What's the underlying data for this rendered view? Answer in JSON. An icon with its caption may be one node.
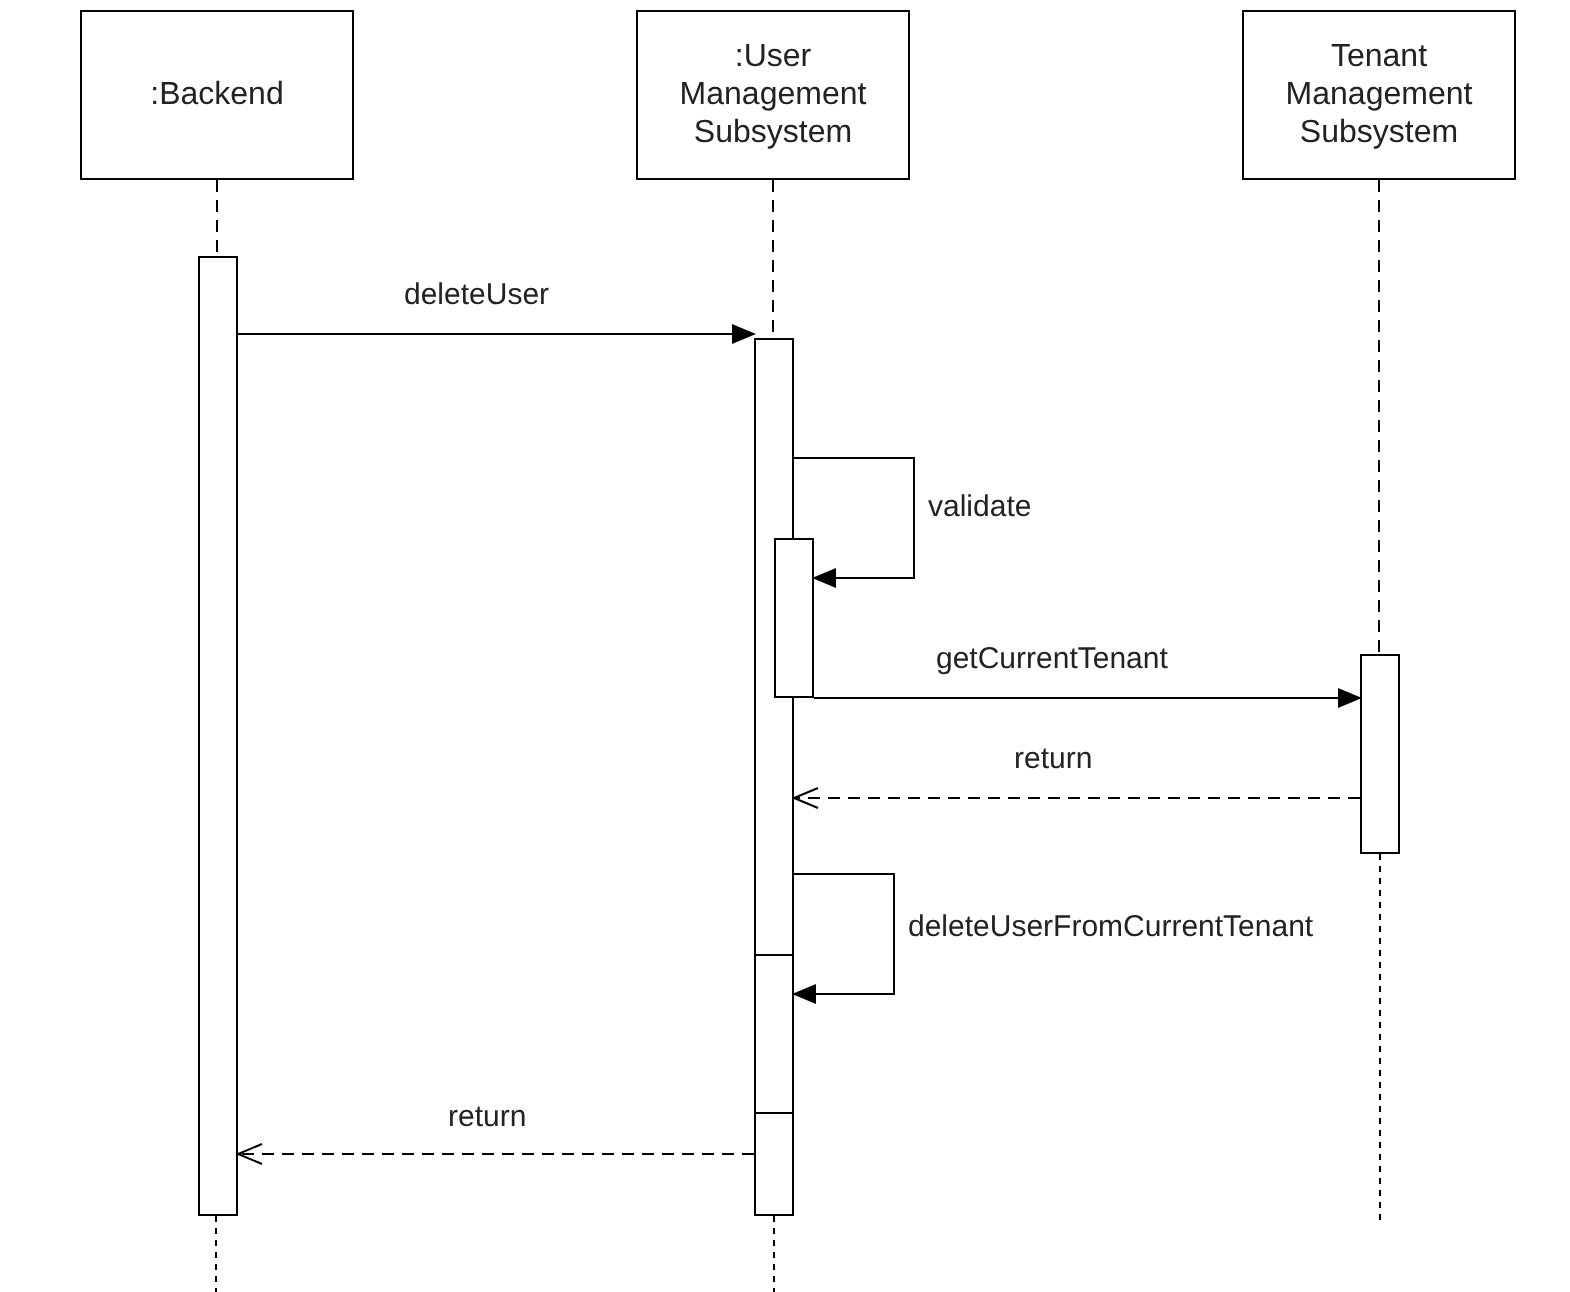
{
  "diagram": {
    "nodes": [
      {
        "text": [
          ":Backend"
        ]
      },
      {
        "text": [
          ":User Management Subsystem"
        ]
      },
      {
        "text": [
          "Tenant Management Subsystem"
        ]
      },
      {
        "text": [],
        "shape": "bar"
      },
      {
        "text": [],
        "shape": "bar"
      },
      {
        "text": [],
        "shape": "bar"
      },
      {
        "text": [],
        "shape": "bar"
      },
      {
        "text": [],
        "shape": "bar",
        "in": 4
      }
    ],
    "edges": [
      {
        "from": 0,
        "to": 3,
        "arrow": "none",
        "style": "dashed"
      },
      {
        "from": 1,
        "to": 4,
        "arrow": "none",
        "style": "dashed"
      },
      {
        "from": 2,
        "to": 6,
        "arrow": "none",
        "style": "dashed"
      },
      {
        "from": 3,
        "to": 4,
        "arrow": "to",
        "label": "deleteUser"
      },
      {
        "from": 4,
        "to": 5,
        "arrow": "to",
        "label": "validate"
      },
      {
        "from": 5,
        "to": 6,
        "arrow": "to",
        "label": "getCurrentTenant"
      },
      {
        "from": 6,
        "to": 4,
        "arrow": "to",
        "label": "return",
        "style": "dashed"
      },
      {
        "from": 4,
        "to": 7,
        "arrow": "to",
        "label": "deleteUserFromCurrentTenant"
      },
      {
        "from": 4,
        "to": 3,
        "arrow": "to",
        "label": "return",
        "style": "dashed"
      }
    ]
  }
}
